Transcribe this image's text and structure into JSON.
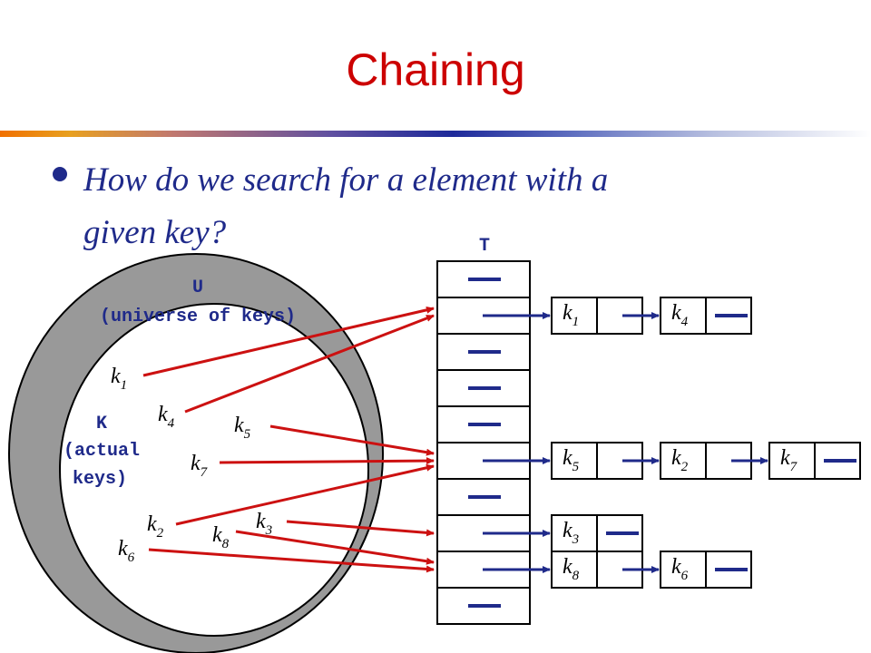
{
  "slide": {
    "title": "Chaining",
    "bullet_line1": "How do we search for a element with a",
    "bullet_line2": "given key?"
  },
  "diagram": {
    "table_label": "T",
    "universe_label": "U",
    "universe_sublabel": "(universe of keys)",
    "actual_label": "K",
    "actual_sublabel1": "(actual",
    "actual_sublabel2": "keys)",
    "universe_keys": [
      {
        "base": "k",
        "sub": "1"
      },
      {
        "base": "k",
        "sub": "4"
      },
      {
        "base": "k",
        "sub": "5"
      },
      {
        "base": "k",
        "sub": "7"
      },
      {
        "base": "k",
        "sub": "2"
      },
      {
        "base": "k",
        "sub": "3"
      },
      {
        "base": "k",
        "sub": "8"
      },
      {
        "base": "k",
        "sub": "6"
      }
    ],
    "chains": [
      {
        "slot": 1,
        "nodes": [
          {
            "base": "k",
            "sub": "1"
          },
          {
            "base": "k",
            "sub": "4"
          }
        ]
      },
      {
        "slot": 5,
        "nodes": [
          {
            "base": "k",
            "sub": "5"
          },
          {
            "base": "k",
            "sub": "2"
          },
          {
            "base": "k",
            "sub": "7"
          }
        ]
      },
      {
        "slot": 7,
        "nodes": [
          {
            "base": "k",
            "sub": "3"
          }
        ]
      },
      {
        "slot": 8,
        "nodes": [
          {
            "base": "k",
            "sub": "8"
          },
          {
            "base": "k",
            "sub": "6"
          }
        ]
      }
    ],
    "colors": {
      "link": "#cc1111",
      "pointer": "#1f2a8a",
      "ring": "#999999"
    }
  }
}
